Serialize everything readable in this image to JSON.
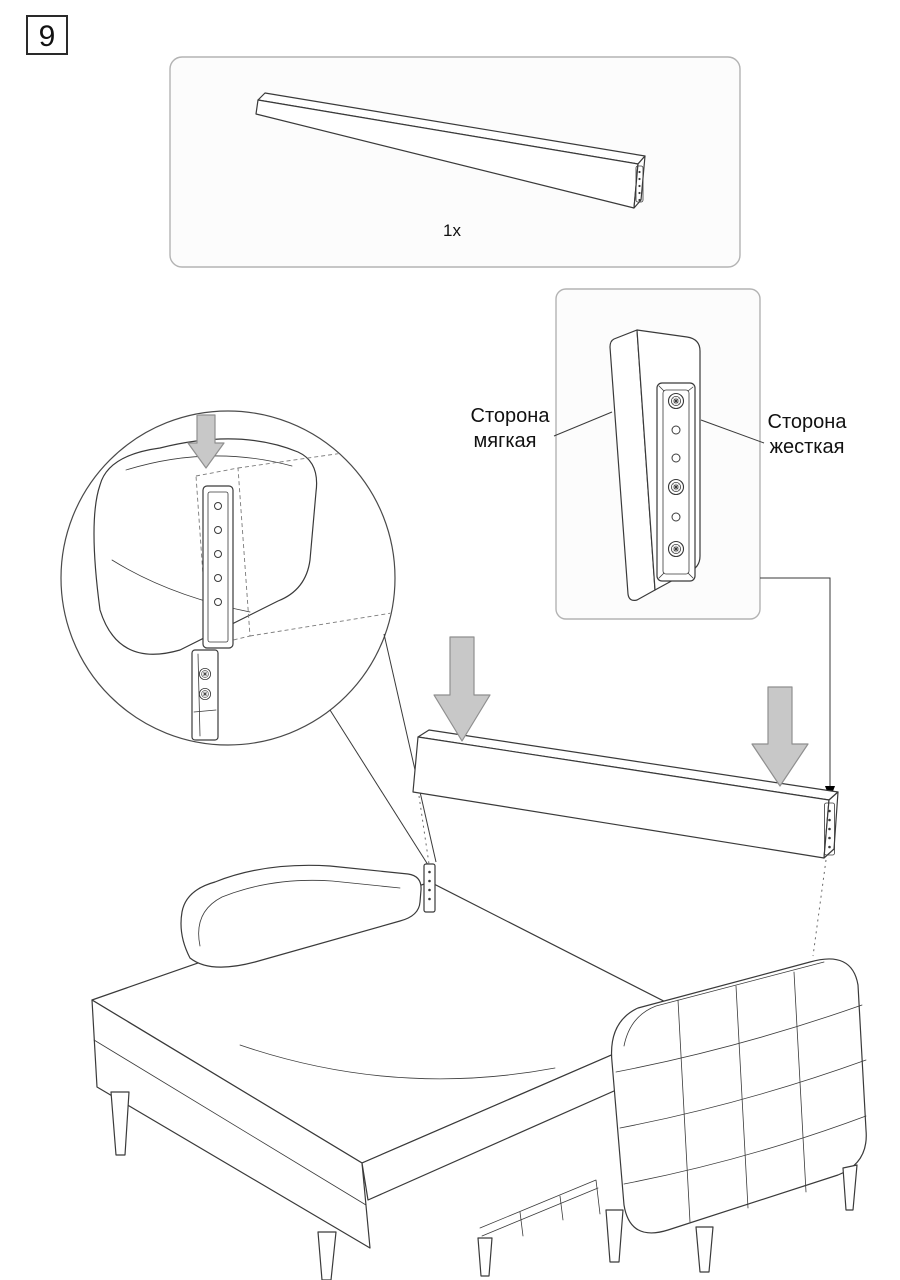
{
  "page": {
    "step_number": "9"
  },
  "parts_panel": {
    "quantity_label": "1x"
  },
  "detail_panel": {
    "soft_side_label": [
      "Сторона",
      "мягкая"
    ],
    "hard_side_label": [
      "Сторона",
      "жесткая"
    ]
  },
  "colors": {
    "outline": "#3a3a3a",
    "panel_border": "#b3b3b3",
    "panel_fill": "#fcfcfc",
    "arrow_fill": "#c8c8c8",
    "arrow_stroke": "#8f8f8f",
    "background": "#ffffff"
  }
}
